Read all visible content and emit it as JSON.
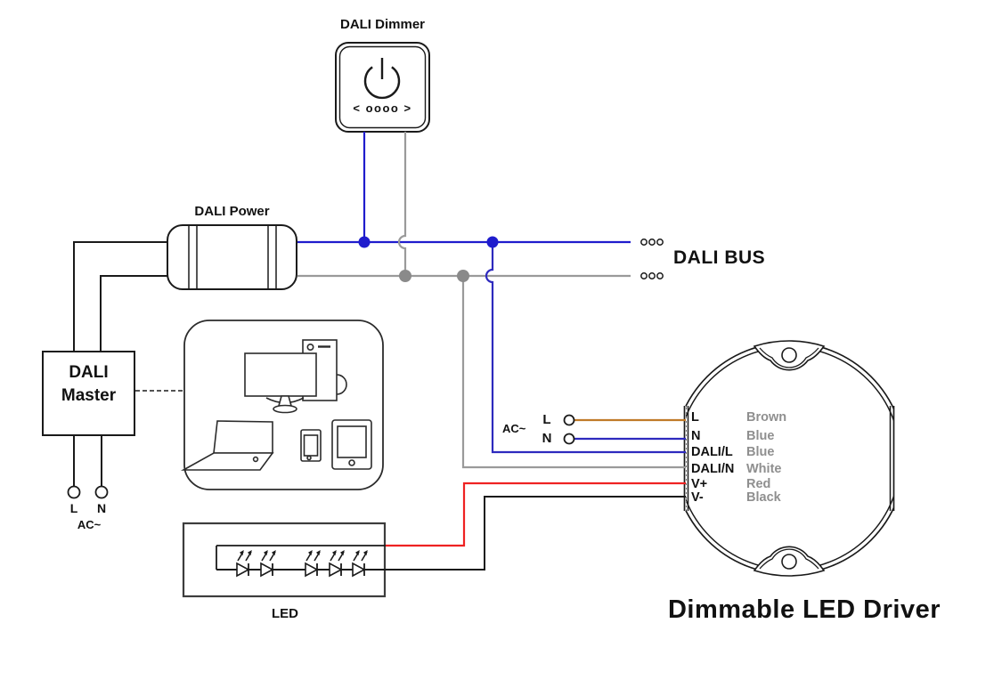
{
  "labels": {
    "dimmer_title": "DALI Dimmer",
    "dimmer_buttons": "< oooo >",
    "power_title": "DALI Power",
    "master_title": "DALI Master",
    "bus_title": "DALI BUS",
    "led_title": "LED",
    "driver_title": "Dimmable LED Driver"
  },
  "mains_left": {
    "line": "L",
    "neutral": "N",
    "ac": "AC~"
  },
  "mains_driver": {
    "ac": "AC~",
    "line": "L",
    "neutral": "N"
  },
  "driver": {
    "terminals": [
      {
        "label": "L",
        "wire": "Brown",
        "hex": "#c07a28"
      },
      {
        "label": "N",
        "wire": "Blue",
        "hex": "#2e2abe"
      },
      {
        "label": "DALI/L",
        "wire": "Blue",
        "hex": "#2e2abe"
      },
      {
        "label": "DALI/N",
        "wire": "White",
        "hex": "#9a9a9a"
      },
      {
        "label": "V+",
        "wire": "Red",
        "hex": "#ee2222"
      },
      {
        "label": "V-",
        "wire": "Black",
        "hex": "#1a1a1a"
      }
    ]
  },
  "colors": {
    "bus_blue": "#1f1ccd",
    "wire_blue": "#2e2abe",
    "bus_gray": "#9a9a9a",
    "wire_brown": "#c07a28",
    "wire_red": "#ee2222",
    "wire_black": "#1a1a1a",
    "outline": "#1a1a1a"
  },
  "icons": {
    "power_icon": "power-symbol",
    "desktop_icon": "desktop-computer",
    "laptop_icon": "laptop",
    "smartphone_icon": "smartphone",
    "tablet_icon": "tablet",
    "led_icon": "led-diode-with-emission-arrows",
    "screw_hole_icon": "screw-hole",
    "bus_terminal_icon": "ooo-continuation-dots"
  }
}
